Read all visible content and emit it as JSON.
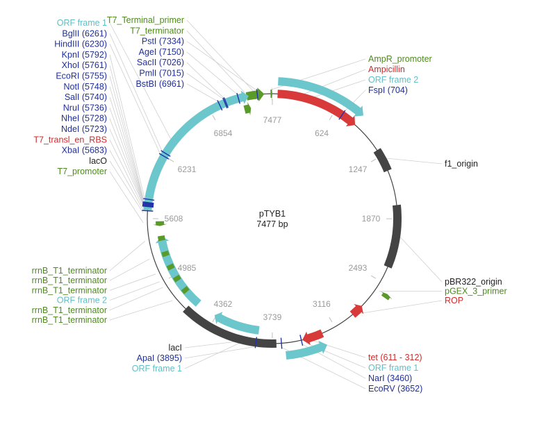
{
  "plasmid": {
    "name": "pTYB1",
    "length_label": "7477 bp",
    "length": 7477
  },
  "colors": {
    "backbone": "#444444",
    "orf": "#6cc7cc",
    "promoter_terminator": "#5a9a2a",
    "resistance": "#d83a3a",
    "origin": "#444444",
    "restriction_site": "#2233aa",
    "label_green": "#4e8a1e",
    "label_blue": "#1f2f9a",
    "label_red": "#d12a2a",
    "label_cyan": "#5fbfc4",
    "label_black": "#222222",
    "tick_label": "#9a9a9a"
  },
  "ticks": [
    {
      "label": "7477",
      "pos": 0
    },
    {
      "label": "624",
      "pos": 624
    },
    {
      "label": "1247",
      "pos": 1247
    },
    {
      "label": "1870",
      "pos": 1870
    },
    {
      "label": "2493",
      "pos": 2493
    },
    {
      "label": "3116",
      "pos": 3116
    },
    {
      "label": "3739",
      "pos": 3739
    },
    {
      "label": "4362",
      "pos": 4362
    },
    {
      "label": "4985",
      "pos": 4985
    },
    {
      "label": "5608",
      "pos": 5608
    },
    {
      "label": "6231",
      "pos": 6231
    },
    {
      "label": "6854",
      "pos": 6854
    }
  ],
  "features": [
    {
      "name": "AmpR_promoter",
      "kind": "promoter",
      "start": 7460,
      "end": 7477,
      "track": 0,
      "dir": 1
    },
    {
      "name": "Ampicillin",
      "kind": "resistance",
      "start": 50,
      "end": 860,
      "track": 0,
      "dir": 1
    },
    {
      "name": "ORF frame 2",
      "kind": "orf",
      "start": 50,
      "end": 860,
      "track": 1,
      "dir": 1
    },
    {
      "name": "f1_origin",
      "kind": "origin",
      "start": 1180,
      "end": 1400,
      "track": 0,
      "dir": 0
    },
    {
      "name": "pBR322_origin",
      "kind": "origin",
      "start": 1740,
      "end": 2340,
      "track": 0,
      "dir": 0
    },
    {
      "name": "pGEX_3_primer",
      "kind": "primer",
      "start": 2560,
      "end": 2600,
      "track": 1,
      "dir": -1
    },
    {
      "name": "ROP",
      "kind": "resistance",
      "start": 2790,
      "end": 2910,
      "track": 0,
      "dir": -1
    },
    {
      "name": "tet (611 - 312)",
      "kind": "resistance",
      "start": 3250,
      "end": 3450,
      "track": 0,
      "dir": 1
    },
    {
      "name": "ORF frame 1",
      "kind": "orf",
      "start": 3250,
      "end": 3620,
      "track": 1,
      "dir": -1
    },
    {
      "name": "lacI",
      "kind": "origin",
      "start": 3700,
      "end": 4650,
      "track": 0,
      "dir": 0
    },
    {
      "name": "ORF frame 1",
      "kind": "orf",
      "start": 3880,
      "end": 4380,
      "track": -1,
      "dir": 1
    },
    {
      "name": "ORF frame 2",
      "kind": "orf",
      "start": 4590,
      "end": 5420,
      "track": -1,
      "dir": 1
    },
    {
      "name": "T7_promoter",
      "kind": "promoter",
      "start": 5530,
      "end": 5580,
      "track": -1,
      "dir": -1
    },
    {
      "name": "T7_terminator",
      "kind": "promoter",
      "start": 7180,
      "end": 7250,
      "track": -1,
      "dir": 1
    },
    {
      "name": "T7_Terminal_primer",
      "kind": "promoter",
      "start": 7230,
      "end": 7400,
      "track": 0,
      "dir": 1
    },
    {
      "name": "ORF frame 1",
      "kind": "orf",
      "start": 5690,
      "end": 7250,
      "track": 0,
      "dir": 1
    }
  ],
  "small_blocks": [
    {
      "kind": "terminator",
      "pos": 5400
    },
    {
      "kind": "terminator",
      "pos": 5230
    },
    {
      "kind": "terminator",
      "pos": 5080
    },
    {
      "kind": "terminator",
      "pos": 4940
    },
    {
      "kind": "terminator",
      "pos": 4790
    }
  ],
  "sites": [
    {
      "name": "FspI (704)",
      "pos": 704
    },
    {
      "name": "NarI (3460)",
      "pos": 3460
    },
    {
      "name": "EcoRV (3652)",
      "pos": 3652
    },
    {
      "name": "ApaI (3895)",
      "pos": 3895
    },
    {
      "name": "XbaI (5683)",
      "pos": 5683
    },
    {
      "name": "NdeI (5723)",
      "pos": 5723
    },
    {
      "name": "NheI (5728)",
      "pos": 5728
    },
    {
      "name": "NruI (5736)",
      "pos": 5736
    },
    {
      "name": "SalI (5740)",
      "pos": 5740
    },
    {
      "name": "NotI (5748)",
      "pos": 5748
    },
    {
      "name": "EcoRI (5755)",
      "pos": 5755
    },
    {
      "name": "XhoI (5761)",
      "pos": 5761
    },
    {
      "name": "KpnI (5792)",
      "pos": 5792
    },
    {
      "name": "HindIII (6230)",
      "pos": 6230
    },
    {
      "name": "BglII (6261)",
      "pos": 6261
    },
    {
      "name": "BstBI (6961)",
      "pos": 6961
    },
    {
      "name": "PmlI (7015)",
      "pos": 7015
    },
    {
      "name": "SacII (7026)",
      "pos": 7026
    },
    {
      "name": "AgeI (7150)",
      "pos": 7150
    },
    {
      "name": "PstI (7334)",
      "pos": 7334
    }
  ],
  "labels_left_top": [
    {
      "text": "ORF frame 1",
      "color": "label_cyan",
      "pos": 6400
    },
    {
      "text": "BglII (6261)",
      "color": "label_blue",
      "pos": 6261
    },
    {
      "text": "HindIII (6230)",
      "color": "label_blue",
      "pos": 6230
    },
    {
      "text": "KpnI (5792)",
      "color": "label_blue",
      "pos": 5792
    },
    {
      "text": "XhoI (5761)",
      "color": "label_blue",
      "pos": 5761
    },
    {
      "text": "EcoRI (5755)",
      "color": "label_blue",
      "pos": 5755
    },
    {
      "text": "NotI (5748)",
      "color": "label_blue",
      "pos": 5748
    },
    {
      "text": "SalI (5740)",
      "color": "label_blue",
      "pos": 5740
    },
    {
      "text": "NruI (5736)",
      "color": "label_blue",
      "pos": 5736
    },
    {
      "text": "NheI (5728)",
      "color": "label_blue",
      "pos": 5728
    },
    {
      "text": "NdeI (5723)",
      "color": "label_blue",
      "pos": 5723
    },
    {
      "text": "T7_transl_en_RBS",
      "color": "label_red",
      "pos": 5705
    },
    {
      "text": "XbaI (5683)",
      "color": "label_blue",
      "pos": 5683
    },
    {
      "text": "lacO",
      "color": "label_black",
      "pos": 5660
    },
    {
      "text": "T7_promoter",
      "color": "label_green",
      "pos": 5570
    }
  ],
  "labels_top_mid": [
    {
      "text": "T7_Terminal_primer",
      "color": "label_green",
      "pos": 7300
    },
    {
      "text": "T7_terminator",
      "color": "label_green",
      "pos": 7220
    },
    {
      "text": "PstI (7334)",
      "color": "label_blue",
      "pos": 7334
    },
    {
      "text": "AgeI (7150)",
      "color": "label_blue",
      "pos": 7150
    },
    {
      "text": "SacII (7026)",
      "color": "label_blue",
      "pos": 7026
    },
    {
      "text": "PmlI (7015)",
      "color": "label_blue",
      "pos": 7015
    },
    {
      "text": "BstBI (6961)",
      "color": "label_blue",
      "pos": 6961
    }
  ],
  "labels_right_top": [
    {
      "text": "AmpR_promoter",
      "color": "label_green",
      "pos": 7470
    },
    {
      "text": "Ampicillin",
      "color": "label_red",
      "pos": 300
    },
    {
      "text": "ORF frame 2",
      "color": "label_cyan",
      "pos": 400
    },
    {
      "text": "FspI (704)",
      "color": "label_blue",
      "pos": 704
    }
  ],
  "labels_right_mid": [
    {
      "text": "f1_origin",
      "color": "label_black",
      "pos": 1290
    }
  ],
  "labels_right_low": [
    {
      "text": "pBR322_origin",
      "color": "label_black",
      "pos": 2040
    },
    {
      "text": "pGEX_3_primer",
      "color": "label_green",
      "pos": 2580
    },
    {
      "text": "ROP",
      "color": "label_red",
      "pos": 2850
    }
  ],
  "labels_right_bottom": [
    {
      "text": "tet (611 - 312)",
      "color": "label_red",
      "pos": 3350
    },
    {
      "text": "ORF frame 1",
      "color": "label_cyan",
      "pos": 3420
    },
    {
      "text": "NarI (3460)",
      "color": "label_blue",
      "pos": 3460
    },
    {
      "text": "EcoRV (3652)",
      "color": "label_blue",
      "pos": 3652
    }
  ],
  "labels_bottom_mid": [
    {
      "text": "lacI",
      "color": "label_black",
      "pos": 4100
    },
    {
      "text": "ApaI (3895)",
      "color": "label_blue",
      "pos": 3895
    },
    {
      "text": "ORF frame 1",
      "color": "label_cyan",
      "pos": 4050
    }
  ],
  "labels_left_bottom": [
    {
      "text": "rrnB_T1_terminator",
      "color": "label_green",
      "pos": 5400
    },
    {
      "text": "rrnB_T1_terminator",
      "color": "label_green",
      "pos": 5230
    },
    {
      "text": "rrnB_T1_terminator",
      "color": "label_green",
      "pos": 5080
    },
    {
      "text": "ORF frame 2",
      "color": "label_cyan",
      "pos": 5000
    },
    {
      "text": "rrnB_T1_terminator",
      "color": "label_green",
      "pos": 4940
    },
    {
      "text": "rrnB_T1_terminator",
      "color": "label_green",
      "pos": 4790
    }
  ]
}
